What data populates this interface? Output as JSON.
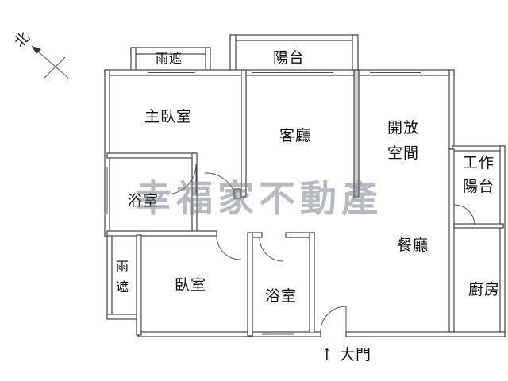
{
  "watermark": "幸福家不動產",
  "north_label": "北",
  "entrance_label": "大門",
  "entrance_arrow": "↑",
  "rooms": {
    "rain_shelter_top": "雨遮",
    "balcony": "陽台",
    "master_bedroom": "主臥室",
    "living_room": "客廳",
    "open_space_line1": "開放",
    "open_space_line2": "空間",
    "work_balcony_line1": "工作",
    "work_balcony_line2": "陽台",
    "bathroom_1": "浴室",
    "dining_room": "餐廳",
    "rain_shelter_left_line1": "雨",
    "rain_shelter_left_line2": "遮",
    "bedroom": "臥室",
    "bathroom_2": "浴室",
    "kitchen": "廚房"
  }
}
